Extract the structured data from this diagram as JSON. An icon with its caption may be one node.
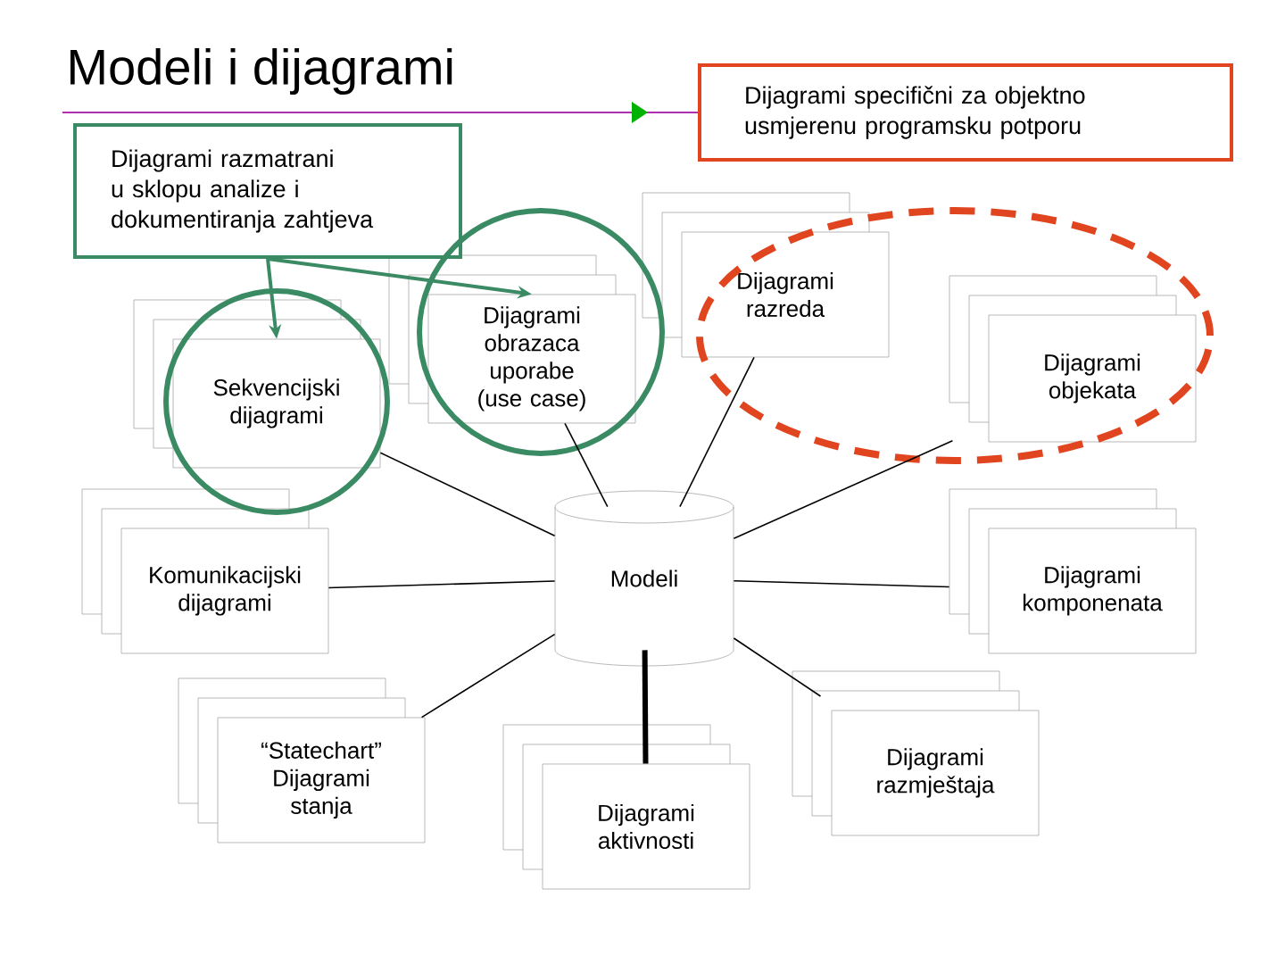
{
  "diagram": {
    "title": "Modeli i dijagrami",
    "nodes": [
      {
        "text": [
          "Modeli"
        ]
      },
      {
        "text": [
          "Sekvencijski dijagrami"
        ]
      },
      {
        "text": [
          "Dijagrami obrazaca uporabe (use case)"
        ]
      },
      {
        "text": [
          "Dijagrami razreda"
        ]
      },
      {
        "text": [
          "Dijagrami objekata"
        ]
      },
      {
        "text": [
          "Komunikacijski dijagrami"
        ]
      },
      {
        "text": [
          "Dijagrami komponenata"
        ]
      },
      {
        "text": [
          "“Statechart” Dijagrami stanja"
        ]
      },
      {
        "text": [
          "Dijagrami aktivnosti"
        ]
      },
      {
        "text": [
          "Dijagrami razmještaja"
        ]
      },
      {
        "text": [
          "Dijagrami razmatrani u sklopu analize i dokumentiranja zahtjeva"
        ]
      },
      {
        "text": [
          "Dijagrami specifični za objektno usmjerenu programsku potporu"
        ]
      }
    ],
    "edges": [
      {
        "from": 0,
        "to": 1,
        "arrow": "none"
      },
      {
        "from": 0,
        "to": 2,
        "arrow": "none"
      },
      {
        "from": 0,
        "to": 3,
        "arrow": "none"
      },
      {
        "from": 0,
        "to": 4,
        "arrow": "none"
      },
      {
        "from": 0,
        "to": 5,
        "arrow": "none"
      },
      {
        "from": 0,
        "to": 6,
        "arrow": "none"
      },
      {
        "from": 0,
        "to": 7,
        "arrow": "none"
      },
      {
        "from": 0,
        "to": 8,
        "arrow": "none",
        "style": "thick"
      },
      {
        "from": 0,
        "to": 9,
        "arrow": "none"
      },
      {
        "from": 10,
        "to": 1,
        "arrow": "to",
        "color": "#3a8a64"
      },
      {
        "from": 10,
        "to": 2,
        "arrow": "to",
        "color": "#3a8a64"
      }
    ]
  }
}
